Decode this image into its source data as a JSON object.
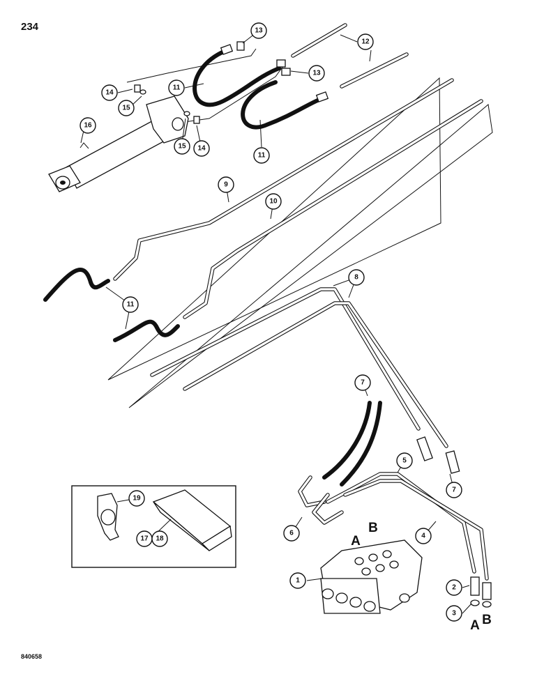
{
  "page_number": "234",
  "figure_code": "840658",
  "callouts": [
    {
      "id": "c1",
      "label": "1"
    },
    {
      "id": "c2",
      "label": "2"
    },
    {
      "id": "c3",
      "label": "3"
    },
    {
      "id": "c4",
      "label": "4"
    },
    {
      "id": "c5",
      "label": "5"
    },
    {
      "id": "c6",
      "label": "6"
    },
    {
      "id": "c7a",
      "label": "7"
    },
    {
      "id": "c7b",
      "label": "7"
    },
    {
      "id": "c8",
      "label": "8"
    },
    {
      "id": "c9",
      "label": "9"
    },
    {
      "id": "c10",
      "label": "10"
    },
    {
      "id": "c11a",
      "label": "11"
    },
    {
      "id": "c11b",
      "label": "11"
    },
    {
      "id": "c11c",
      "label": "11"
    },
    {
      "id": "c12",
      "label": "12"
    },
    {
      "id": "c13a",
      "label": "13"
    },
    {
      "id": "c13b",
      "label": "13"
    },
    {
      "id": "c14a",
      "label": "14"
    },
    {
      "id": "c14b",
      "label": "14"
    },
    {
      "id": "c15a",
      "label": "15"
    },
    {
      "id": "c15b",
      "label": "15"
    },
    {
      "id": "c16",
      "label": "16"
    },
    {
      "id": "c17",
      "label": "17"
    },
    {
      "id": "c18",
      "label": "18"
    },
    {
      "id": "c19",
      "label": "19"
    }
  ],
  "port_letters": [
    {
      "id": "valveA",
      "label": "A"
    },
    {
      "id": "valveB",
      "label": "B"
    },
    {
      "id": "fittingA",
      "label": "A"
    },
    {
      "id": "fittingB",
      "label": "B"
    }
  ]
}
